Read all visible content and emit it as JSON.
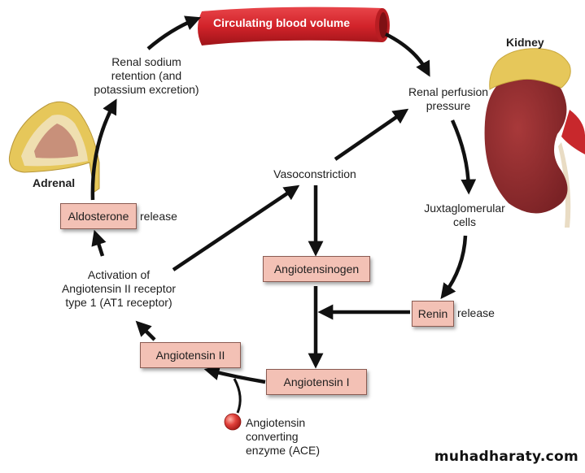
{
  "title": "Renin-Angiotensin-Aldosterone System",
  "vessel": {
    "label": "Circulating blood volume"
  },
  "organs": {
    "kidney": "Kidney",
    "adrenal": "Adrenal"
  },
  "labels": {
    "renal_sodium": "Renal sodium\nretention (and\npotassium excretion)",
    "renal_perfusion": "Renal perfusion\npressure",
    "vasoconstriction": "Vasoconstriction",
    "juxtaglomerular": "Juxtaglomerular\ncells",
    "activation_at1": "Activation of\nAngiotensin II receptor\ntype 1 (AT1 receptor)",
    "ace": "Angiotensin\nconverting\nenzyme (ACE)",
    "aldosterone_suffix": "release",
    "renin_suffix": "release"
  },
  "boxes": {
    "aldosterone": "Aldosterone",
    "angiotensinogen": "Angiotensinogen",
    "renin": "Renin",
    "angiotensin_ii": "Angiotensin II",
    "angiotensin_i": "Angiotensin I"
  },
  "colors": {
    "box_fill": "#f3c1b5",
    "vessel_red": "#d2232a",
    "kidney_red": "#8e2a2c",
    "fat_yellow": "#e6c75a"
  },
  "watermark": "muhadharaty.com"
}
